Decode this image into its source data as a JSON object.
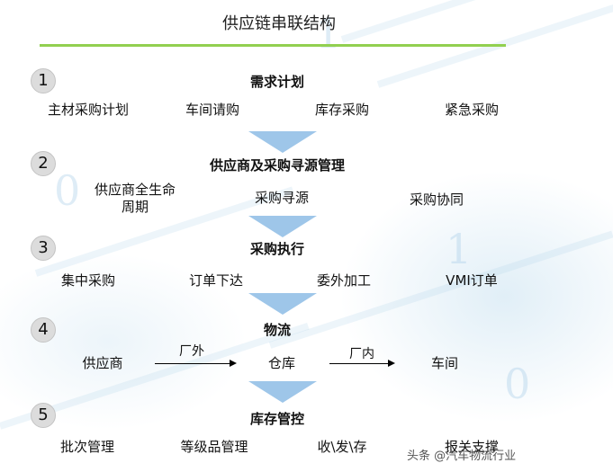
{
  "title": "供应链串联结构",
  "colors": {
    "rule": "#92d050",
    "triangle": "#9ec6e9",
    "badge": "#dcdcdc"
  },
  "sections": [
    {
      "number": "1",
      "heading": "需求计划",
      "items": [
        "主材采购计划",
        "车间请购",
        "库存采购",
        "紧急采购"
      ]
    },
    {
      "number": "2",
      "heading": "供应商及采购寻源管理",
      "items": [
        "供应商全生命\n周期",
        "采购寻源",
        "采购协同"
      ]
    },
    {
      "number": "3",
      "heading": "采购执行",
      "items": [
        "集中采购",
        "订单下达",
        "委外加工",
        "VMI订单"
      ]
    },
    {
      "number": "4",
      "heading": "物流",
      "flow": {
        "nodes": [
          "供应商",
          "仓库",
          "车间"
        ],
        "edges": [
          "厂外",
          "厂内"
        ]
      }
    },
    {
      "number": "5",
      "heading": "库存管控",
      "items": [
        "批次管理",
        "等级品管理",
        "收\\发\\存",
        "报关支撑"
      ]
    }
  ],
  "watermark": "头条 @汽车物流行业"
}
